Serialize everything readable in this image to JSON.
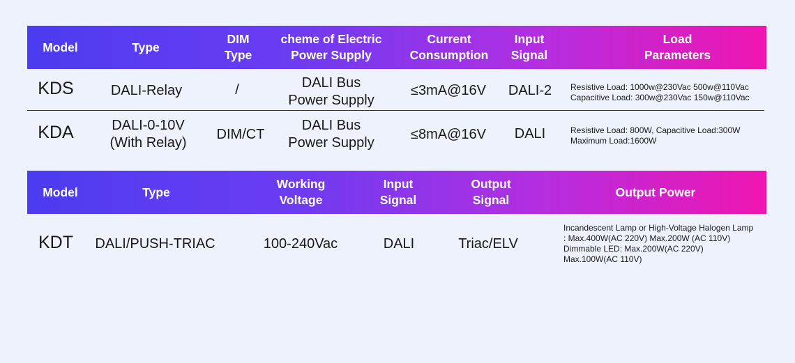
{
  "table1": {
    "headers": {
      "model": "Model",
      "type": "Type",
      "dim_type": "DIM\nType",
      "scheme": "cheme of Electric\nPower Supply",
      "current": "Current\nConsumption",
      "input": "Input\nSignal",
      "load": "Load\nParameters"
    },
    "rows": [
      {
        "model": "KDS",
        "type": "DALI-Relay",
        "dim_type": "/",
        "scheme": "DALI Bus\nPower Supply",
        "current": "≤3mA@16V",
        "input": "DALI-2",
        "load": "Resistive Load: 1000w@230Vac 500w@110Vac\nCapacitive Load: 300w@230Vac 150w@110Vac"
      },
      {
        "model": "KDA",
        "type": "DALI-0-10V\n(With Relay)",
        "dim_type": "DIM/CT",
        "scheme": "DALI Bus\nPower Supply",
        "current": "≤8mA@16V",
        "input": "DALI",
        "load": "Resistive Load: 800W, Capacitive Load:300W\nMaximum Load:1600W"
      }
    ]
  },
  "table2": {
    "headers": {
      "model": "Model",
      "type": "Type",
      "voltage": "Working\nVoltage",
      "input": "Input\nSignal",
      "output_signal": "Output\nSignal",
      "output_power": "Output Power"
    },
    "rows": [
      {
        "model": "KDT",
        "type": "DALI/PUSH-TRIAC",
        "voltage": "100-240Vac",
        "input": "DALI",
        "output_signal": "Triac/ELV",
        "output_power": "Incandescent Lamp or High-Voltage Halogen Lamp\n: Max.400W(AC 220V) Max.200W (AC 110V)\nDimmable LED: Max.200W(AC 220V)\nMax.100W(AC 110V)"
      }
    ]
  },
  "colors": {
    "gradient_start": "#4d3cf0",
    "gradient_end": "#ef15b0",
    "background": "#edf2fc",
    "header_text": "#ffffff"
  }
}
